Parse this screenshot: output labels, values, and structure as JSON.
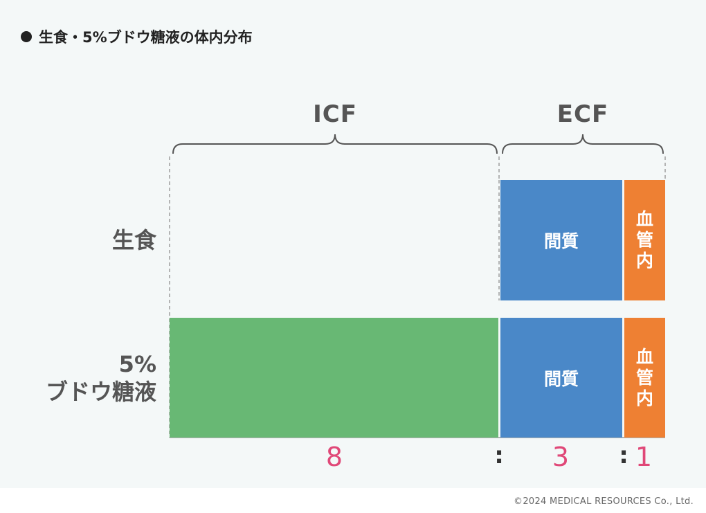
{
  "title": "生食・5%ブドウ糖液の体内分布",
  "groups": {
    "icf": "ICF",
    "ecf": "ECF"
  },
  "rows": [
    {
      "label_line1": "生食",
      "label_line2": ""
    },
    {
      "label_line1": "5%",
      "label_line2": "ブドウ糖液"
    }
  ],
  "bars": {
    "interstitial": "間質",
    "vascular": [
      "血",
      "管",
      "内"
    ]
  },
  "ratio": {
    "icf": "8",
    "interstitial": "3",
    "vascular": "1",
    "separator": ":"
  },
  "colors": {
    "icf": "#68b874",
    "interstitial": "#4a88c8",
    "vascular": "#ee8033",
    "ratio_text": "#e04878"
  },
  "footer": "©2024 MEDICAL RESOURCES Co., Ltd."
}
